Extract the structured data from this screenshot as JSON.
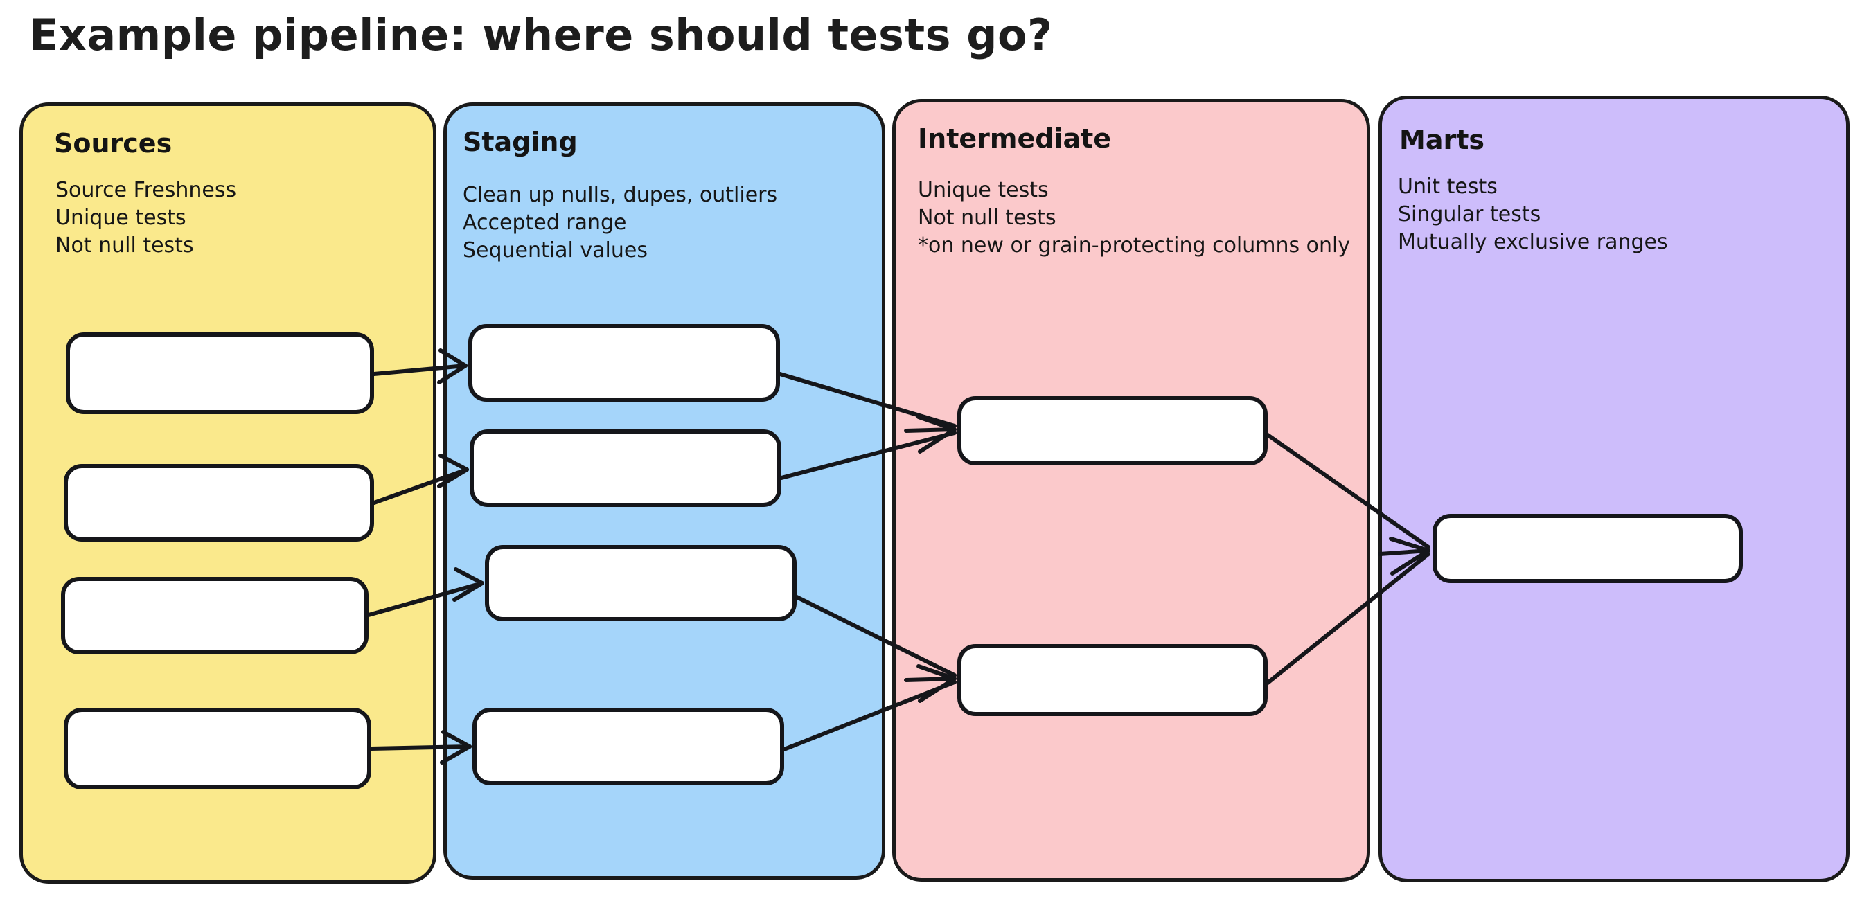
{
  "page": {
    "title": "Example pipeline: where should tests go?",
    "background_color": "#ffffff",
    "ink_color": "#15161a"
  },
  "panels": [
    {
      "id": "sources",
      "title": "Sources",
      "color": "#FAE98C",
      "notes": [
        "Source Freshness",
        "Unique tests",
        "Not null tests"
      ],
      "node_count": 4
    },
    {
      "id": "staging",
      "title": "Staging",
      "color": "#A5D5FA",
      "notes": [
        "Clean up nulls, dupes, outliers",
        "Accepted range",
        "Sequential values"
      ],
      "node_count": 4
    },
    {
      "id": "intermediate",
      "title": "Intermediate",
      "color": "#FBC9CB",
      "notes": [
        "Unique tests",
        "Not null tests",
        "*on new or grain-protecting columns only"
      ],
      "node_count": 2
    },
    {
      "id": "marts",
      "title": "Marts",
      "color": "#CDBDFB",
      "notes": [
        "Unit tests",
        "Singular tests",
        "Mutually exclusive ranges"
      ],
      "node_count": 1
    }
  ],
  "nodes": [
    {
      "id": "src-1",
      "panel": "sources",
      "label": ""
    },
    {
      "id": "src-2",
      "panel": "sources",
      "label": ""
    },
    {
      "id": "src-3",
      "panel": "sources",
      "label": ""
    },
    {
      "id": "src-4",
      "panel": "sources",
      "label": ""
    },
    {
      "id": "stg-1",
      "panel": "staging",
      "label": ""
    },
    {
      "id": "stg-2",
      "panel": "staging",
      "label": ""
    },
    {
      "id": "stg-3",
      "panel": "staging",
      "label": ""
    },
    {
      "id": "stg-4",
      "panel": "staging",
      "label": ""
    },
    {
      "id": "int-1",
      "panel": "intermediate",
      "label": ""
    },
    {
      "id": "int-2",
      "panel": "intermediate",
      "label": ""
    },
    {
      "id": "mart-1",
      "panel": "marts",
      "label": ""
    }
  ],
  "edges": [
    {
      "from": "src-1",
      "to": "stg-1"
    },
    {
      "from": "src-2",
      "to": "stg-2"
    },
    {
      "from": "src-3",
      "to": "stg-3"
    },
    {
      "from": "src-4",
      "to": "stg-4"
    },
    {
      "from": "stg-1",
      "to": "int-1"
    },
    {
      "from": "stg-2",
      "to": "int-1"
    },
    {
      "from": "stg-3",
      "to": "int-2"
    },
    {
      "from": "stg-4",
      "to": "int-2"
    },
    {
      "from": "int-1",
      "to": "mart-1"
    },
    {
      "from": "int-2",
      "to": "mart-1"
    }
  ]
}
